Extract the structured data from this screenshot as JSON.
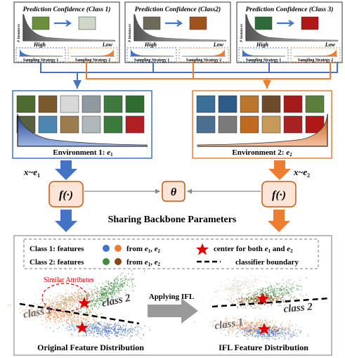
{
  "top_panels": [
    {
      "title": "Prediction Confidence (Class 1)",
      "ylabel": "# Instances",
      "high": "High",
      "low": "Low",
      "strategy1": "Sampling Strategy 1",
      "strategy2": "Sampling Strategy 2"
    },
    {
      "title": "Prediction Confidence (Class2)",
      "ylabel": "# Instances",
      "high": "High",
      "low": "Low",
      "strategy1": "Sampling Strategy 1",
      "strategy2": "Sampling Strategy 2"
    },
    {
      "title": "Prediction Confidence (Class 3)",
      "ylabel": "# Instances",
      "high": "High",
      "low": "Low",
      "strategy1": "Sampling Strategy 1",
      "strategy2": "Sampling Strategy 2"
    }
  ],
  "environments": {
    "env1": {
      "label": "Environment 1: ",
      "var": "e",
      "sub": "1"
    },
    "env2": {
      "label": "Environment 2: ",
      "var": "e",
      "sub": "2"
    }
  },
  "sampling": {
    "left": {
      "x": "x",
      "tilde": "~",
      "e": "e",
      "sub": "1"
    },
    "right": {
      "x": "x",
      "tilde": "~",
      "e": "e",
      "sub": "2"
    }
  },
  "model": {
    "f_label": "f(·)",
    "theta": "θ",
    "sharing": "Sharing Backbone Parameters"
  },
  "legend": {
    "class1": "Class 1:  features",
    "class2": "Class 2:  features",
    "from_e1_e2": "from ",
    "e": "e",
    "sub1": "1",
    "sub2": "2",
    "comma": ",  ",
    "center": "center for both ",
    "and": " and ",
    "boundary": "classifier boundary"
  },
  "bottom": {
    "similar": "Similar Attributes",
    "applying": "Applying IFL",
    "class1": "class 1",
    "class2": "class 2",
    "orig": "Original Feature Distribution",
    "ifl": "IFL Feature Distribution"
  },
  "colors": {
    "blue": "#4472C4",
    "orange": "#ED7D31",
    "red": "#E00000",
    "green": "#3E8E3E",
    "brown": "#8B4513",
    "gray": "#9A9A9A"
  }
}
